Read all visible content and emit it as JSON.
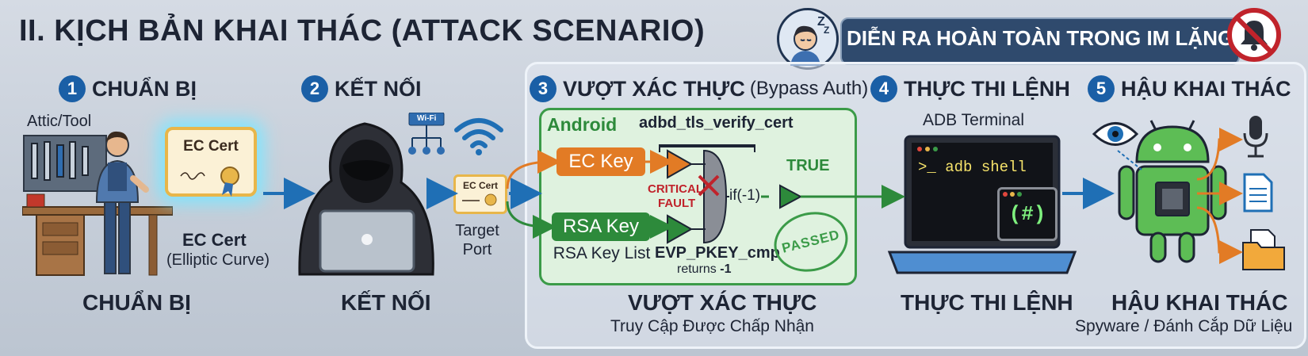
{
  "title": "II. KỊCH BẢN KHAI THÁC (ATTACK SCENARIO)",
  "banner": {
    "text": "DIỄN RA HOÀN TOÀN TRONG IM LẶNG",
    "sleep_text": "Z"
  },
  "steps": [
    {
      "number": "1",
      "title": "CHUẨN BỊ",
      "bottom": "CHUẨN BỊ"
    },
    {
      "number": "2",
      "title": "KẾT NỐI",
      "bottom": "KẾT NỐI"
    },
    {
      "number": "3",
      "title": "VƯỢT XÁC THỰC",
      "subtitle": "(Bypass Auth)",
      "bottom": "VƯỢT XÁC THỰC",
      "bottom_sub": "Truy Cập Được Chấp Nhận"
    },
    {
      "number": "4",
      "title": "THỰC THI LỆNH",
      "bottom": "THỰC THI LỆNH"
    },
    {
      "number": "5",
      "title": "HẬU KHAI THÁC",
      "bottom": "HẬU KHAI THÁC",
      "bottom_sub": "Spyware / Đánh Cắp Dữ Liệu"
    }
  ],
  "prep": {
    "attic_label": "Attic/Tool",
    "cert_text": "EC Cert",
    "cert_label": "EC Cert",
    "cert_sub": "(Elliptic Curve)"
  },
  "connect": {
    "wifi_label": "Wi-Fi",
    "cert_text": "EC Cert",
    "port_label_1": "Target",
    "port_label_2": "Port"
  },
  "bypass": {
    "android_label": "Android",
    "function_label": "adbd_tls_verify_cert",
    "ec_key": "EC Key",
    "rsa_key": "RSA Key",
    "rsa_list": "RSA Key List",
    "critical_1": "CRITICAL",
    "critical_2": "FAULT",
    "if_label": "if(-1)",
    "true_label": "TRUE",
    "cmp_label": "EVP_PKEY_cmp",
    "returns_prefix": "returns ",
    "returns_value": "-1",
    "stamp_text": "PASSED"
  },
  "exec": {
    "terminal_label": "ADB Terminal",
    "command": ">_ adb shell",
    "root_symbol": "(#)"
  },
  "colors": {
    "step_blue": "#1a5fa6",
    "arrow_blue": "#1f6fb5",
    "android_green": "#3b9b48",
    "ec_orange": "#e27b25",
    "fault_red": "#c0232b",
    "banner_navy": "#2f4a6d",
    "cert_gold": "#e8b64a"
  }
}
